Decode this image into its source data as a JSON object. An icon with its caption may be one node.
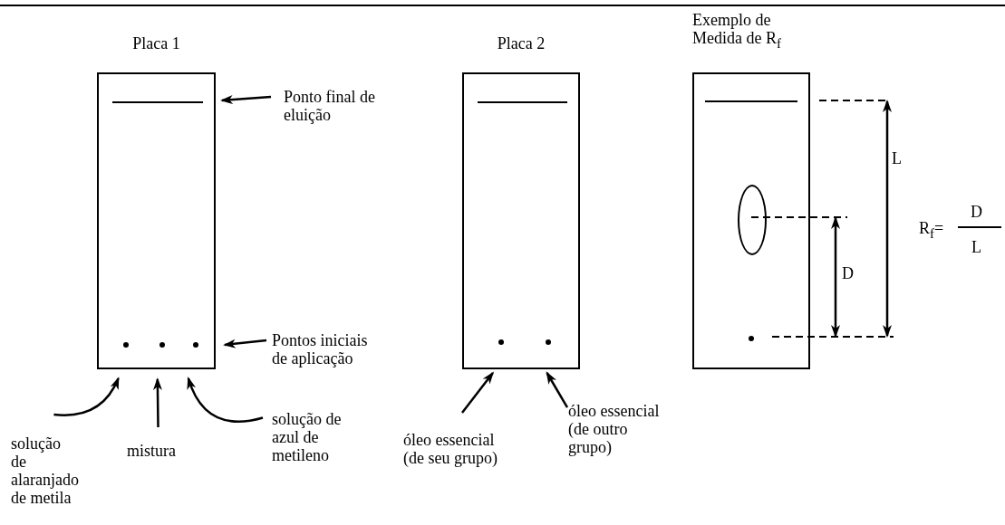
{
  "diagram": {
    "nodes": [
      {
        "text": [
          "Placa 1"
        ]
      },
      {
        "text": [
          "Placa 2"
        ]
      },
      {
        "text": [
          "Exemplo de Medida de R$_{f}$"
        ]
      },
      {
        "text": [
          "Ponto final de eluição"
        ]
      },
      {
        "text": [
          "Pontos iniciais de aplicação"
        ]
      },
      {
        "text": [
          "solução de alaranjado de metila"
        ]
      },
      {
        "text": [
          "mistura"
        ]
      },
      {
        "text": [
          "solução de azul de metileno"
        ]
      },
      {
        "text": [
          "óleo essencial (de seu grupo)"
        ]
      },
      {
        "text": [
          "óleo essencial (de outro grupo)"
        ]
      },
      {
        "text": [],
        "shape": "ellipse",
        "in": 2
      }
    ],
    "edges": [
      {
        "from": 3,
        "to": 0,
        "arrow": "to"
      },
      {
        "from": 4,
        "to": 0,
        "arrow": "to"
      },
      {
        "from": 5,
        "to": 0,
        "arrow": "to"
      },
      {
        "from": 6,
        "to": 0,
        "arrow": "to"
      },
      {
        "from": 7,
        "to": 0,
        "arrow": "to"
      },
      {
        "from": 8,
        "to": 1,
        "arrow": "to"
      },
      {
        "from": 9,
        "to": 1,
        "arrow": "to"
      }
    ],
    "labels": [
      "L",
      "D",
      "R$_{f}$=",
      "D",
      "L"
    ]
  }
}
